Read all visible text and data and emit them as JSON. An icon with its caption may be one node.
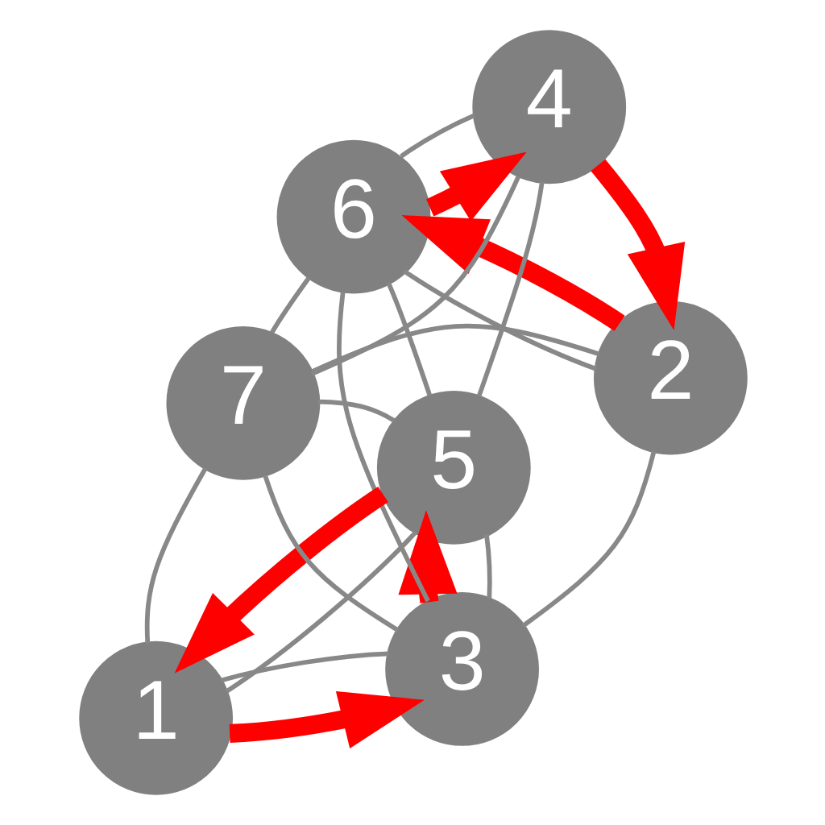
{
  "diagram": {
    "nodes": [
      {
        "text": [
          "1"
        ]
      },
      {
        "text": [
          "2"
        ]
      },
      {
        "text": [
          "3"
        ]
      },
      {
        "text": [
          "4"
        ]
      },
      {
        "text": [
          "5"
        ]
      },
      {
        "text": [
          "6"
        ]
      },
      {
        "text": [
          "7"
        ]
      }
    ],
    "edges": [
      {
        "from": 0,
        "to": 2,
        "arrow": "none"
      },
      {
        "from": 2,
        "to": 1,
        "arrow": "none"
      },
      {
        "from": 1,
        "to": 5,
        "arrow": "none"
      },
      {
        "from": 5,
        "to": 3,
        "arrow": "none"
      },
      {
        "from": 3,
        "to": 4,
        "arrow": "none"
      },
      {
        "from": 4,
        "to": 0,
        "arrow": "none"
      },
      {
        "from": 0,
        "to": 6,
        "arrow": "none"
      },
      {
        "from": 6,
        "to": 5,
        "arrow": "none"
      },
      {
        "from": 1,
        "to": 6,
        "arrow": "none"
      },
      {
        "from": 6,
        "to": 4,
        "arrow": "none"
      },
      {
        "from": 3,
        "to": 6,
        "arrow": "none"
      },
      {
        "from": 6,
        "to": 2,
        "arrow": "none"
      },
      {
        "from": 2,
        "to": 5,
        "arrow": "none"
      },
      {
        "from": 5,
        "to": 4,
        "arrow": "none"
      },
      {
        "from": 4,
        "to": 2,
        "arrow": "none"
      },
      {
        "from": 0,
        "to": 2,
        "arrow": "to",
        "style": "thick",
        "color": "#ff0000"
      },
      {
        "from": 2,
        "to": 4,
        "arrow": "to",
        "style": "thick",
        "color": "#ff0000"
      },
      {
        "from": 4,
        "to": 0,
        "arrow": "to",
        "style": "thick",
        "color": "#ff0000"
      },
      {
        "from": 1,
        "to": 5,
        "arrow": "to",
        "style": "thick",
        "color": "#ff0000"
      },
      {
        "from": 5,
        "to": 3,
        "arrow": "to",
        "style": "thick",
        "color": "#ff0000"
      },
      {
        "from": 3,
        "to": 1,
        "arrow": "to",
        "style": "thick",
        "color": "#ff0000"
      }
    ]
  }
}
